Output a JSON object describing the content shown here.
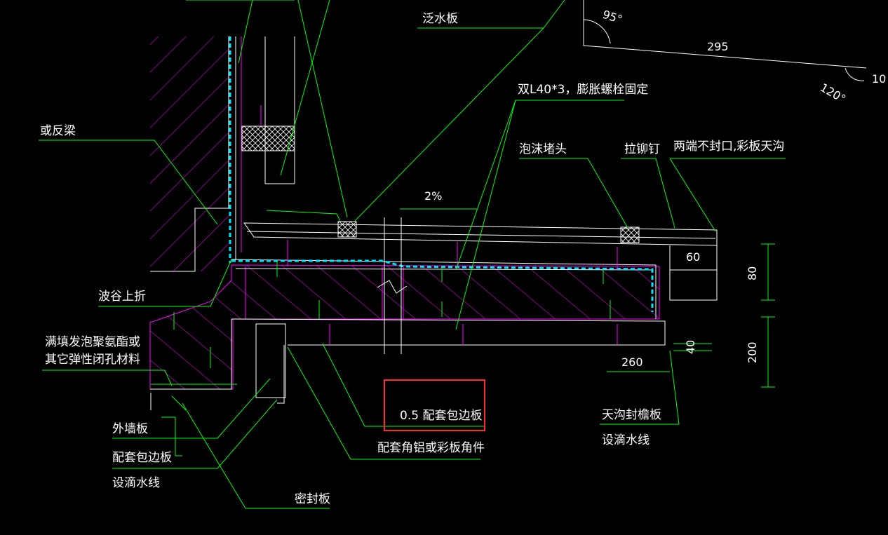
{
  "colors": {
    "background": "#000000",
    "leader": "#00ff00",
    "outline": "#ffffff",
    "hatch": "#ff00ff",
    "membrane": "#00e5ff",
    "highlight": "#ff2a2a"
  },
  "labels": {
    "flashing": "泛水板",
    "angle_95": "95°",
    "angle_120": "120°",
    "dim_295": "295",
    "dim_10": "10",
    "double_angle": "双L40*3，膨胀螺栓固定",
    "anti_beam": "或反梁",
    "foam_plug": "泡沫堵头",
    "rivet": "拉铆钉",
    "gutter_note": "两端不封口,彩板天沟",
    "slope": "2%",
    "dim_60": "60",
    "dim_80": "80",
    "dim_200": "200",
    "dim_40": "40",
    "dim_260": "260",
    "wave_fold": "波谷上折",
    "fill_line1": "满填发泡聚氨酯或",
    "fill_line2": "其它弹性闭孔材料",
    "trim_board": "0.5 配套包边板",
    "corner_piece": "配套角铝或彩板角件",
    "gutter_fascia": "天沟封檐板",
    "drip_line_right": "设滴水线",
    "outer_wall": "外墙板",
    "trim_board_left": "配套包边板",
    "drip_line_left": "设滴水线",
    "seal_board": "密封板"
  }
}
